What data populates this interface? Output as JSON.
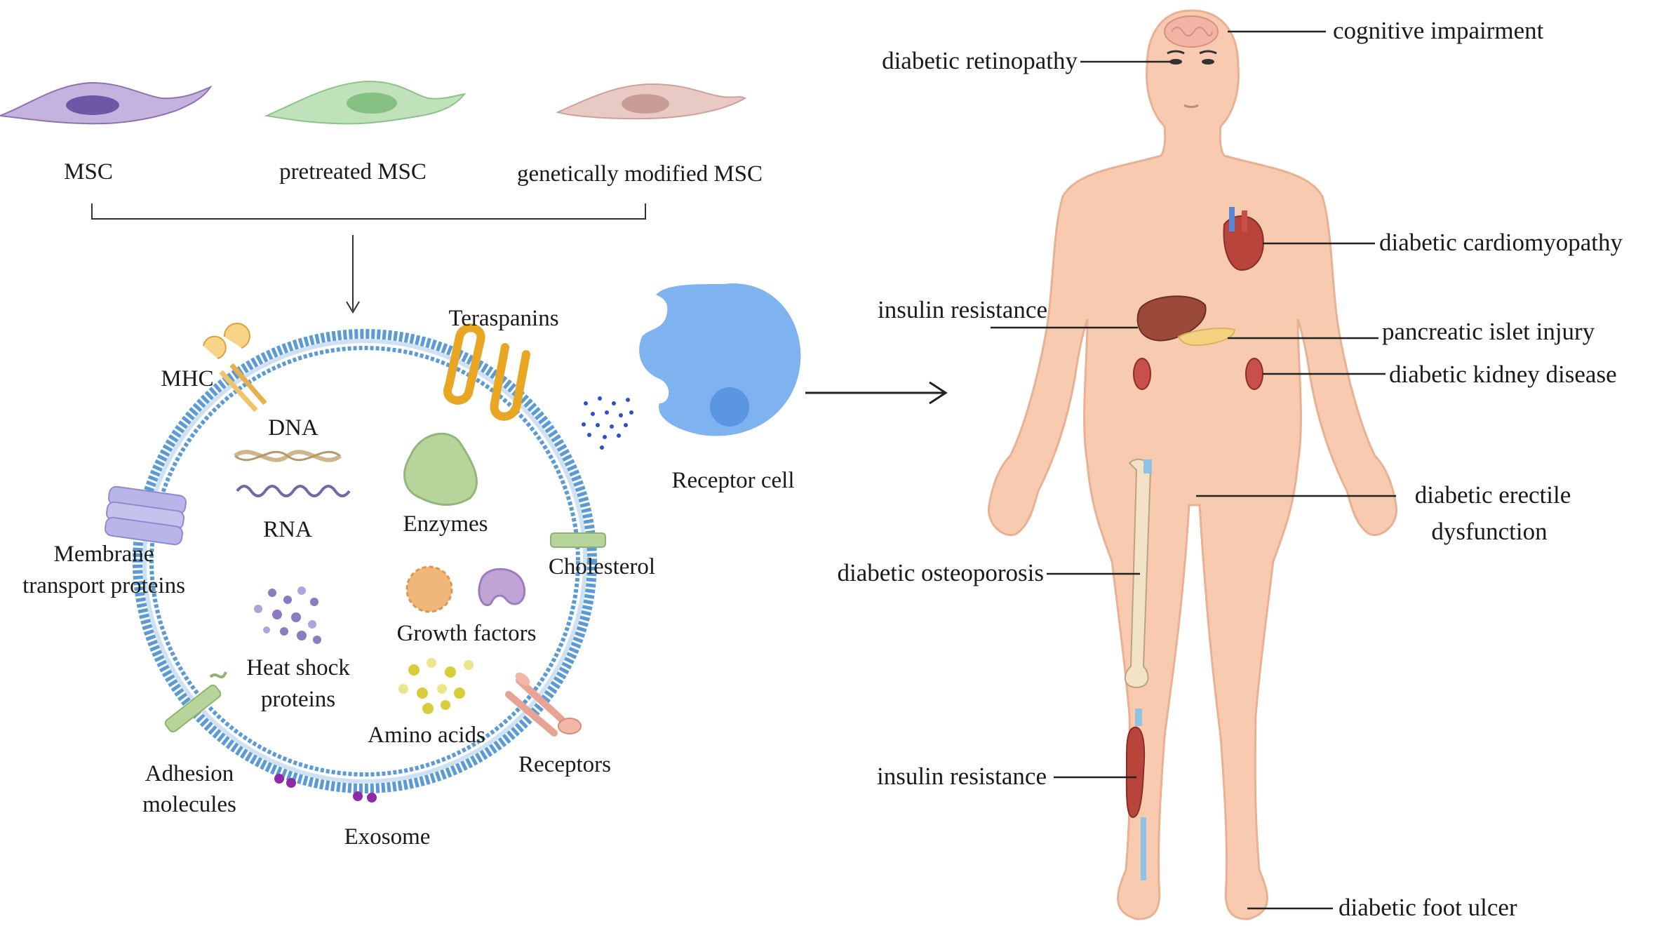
{
  "cells": {
    "msc": "MSC",
    "pretreated": "pretreated MSC",
    "modified": "genetically modified MSC"
  },
  "exosome": {
    "label": "Exosome",
    "components": {
      "mhc": "MHC",
      "tetraspanins": "Teraspanins",
      "dna": "DNA",
      "rna": "RNA",
      "enzymes": "Enzymes",
      "membrane_1": "Membrane",
      "membrane_2": "transport proteins",
      "cholesterol": "Cholesterol",
      "growth_factors": "Growth factors",
      "heat_shock_1": "Heat shock",
      "heat_shock_2": "proteins",
      "amino_acids": "Amino acids",
      "adhesion_1": "Adhesion",
      "adhesion_2": "molecules",
      "receptors": "Receptors"
    }
  },
  "receptor_cell": "Receptor cell",
  "body_labels": {
    "cognitive": "cognitive impairment",
    "retinopathy": "diabetic retinopathy",
    "cardiomyopathy": "diabetic cardiomyopathy",
    "insulin_upper": "insulin resistance",
    "pancreatic": "pancreatic islet injury",
    "kidney": "diabetic kidney disease",
    "erectile_1": "diabetic erectile",
    "erectile_2": "dysfunction",
    "osteoporosis": "diabetic osteoporosis",
    "insulin_lower": "insulin resistance",
    "foot_ulcer": "diabetic foot ulcer"
  },
  "colors": {
    "membrane": "#5b9bd5",
    "skin": "#f8cbb0",
    "skin_outline": "#e9b093",
    "receptor_cell": "#7fb3f0",
    "msc": "#a48cc4",
    "pretreated": "#9fd19c",
    "modified": "#d7a8a2"
  }
}
